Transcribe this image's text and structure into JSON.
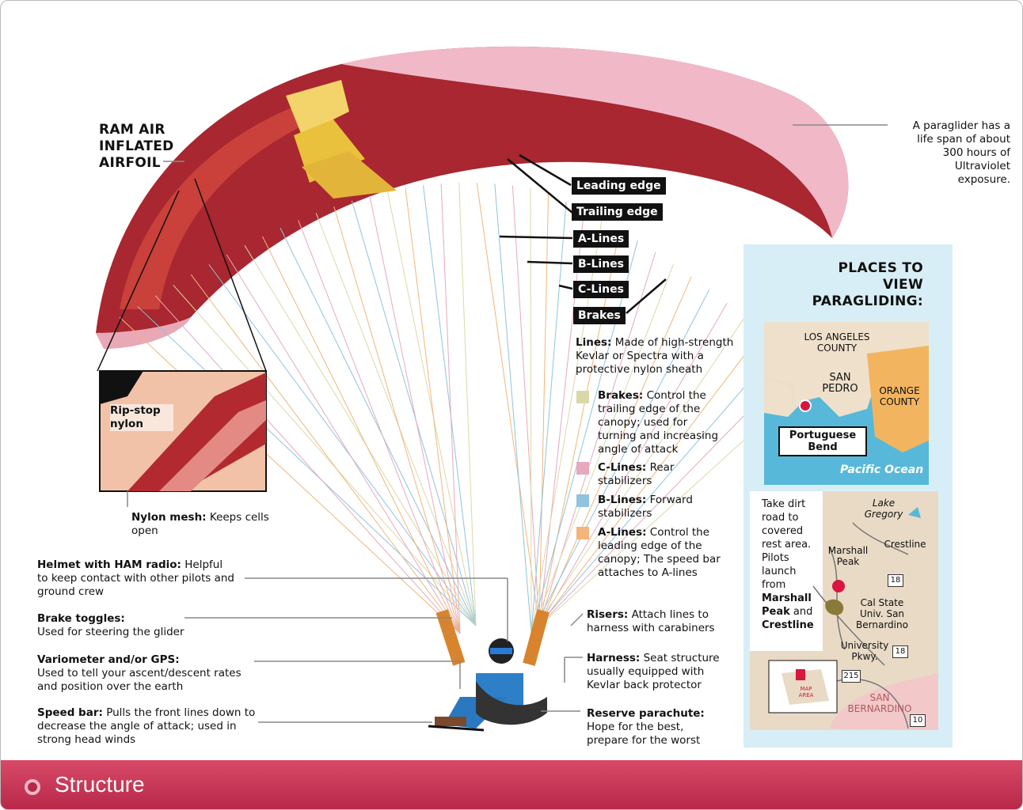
{
  "labels": {
    "ram_air": "RAM AIR\nINFLATED\nAIRFOIL",
    "lifespan": "A paraglider has a life span of about 300 hours of Ultraviolet exposure.",
    "leading_edge": "Leading edge",
    "trailing_edge": "Trailing edge",
    "a_lines": "A-Lines",
    "b_lines": "B-Lines",
    "c_lines": "C-Lines",
    "brakes": "Brakes",
    "lines_title": "Lines:",
    "lines_text": "Made of high-strength Kevlar or Spectra with a protective nylon sheath",
    "rip_stop": "Rip-stop nylon",
    "nylon_mesh_title": "Nylon mesh:",
    "nylon_mesh_text": "Keeps cells open",
    "helmet_title": "Helmet with HAM radio:",
    "helmet_text": "Helpful to keep contact with other pilots and ground crew",
    "brake_toggles_title": "Brake toggles:",
    "brake_toggles_text": "Used for steering the glider",
    "vario_title": "Variometer and/or GPS:",
    "vario_text": "Used to tell your ascent/descent rates and position over the earth",
    "speedbar_title": "Speed bar:",
    "speedbar_text": "Pulls the front lines down to decrease the angle of attack; used in strong head winds",
    "risers_title": "Risers:",
    "risers_text": "Attach lines to harness with carabiners",
    "harness_title": "Harness:",
    "harness_text": "Seat structure usually equipped with Kevlar back protector",
    "reserve_title": "Reserve parachute:",
    "reserve_text": "Hope for the best, prepare for the worst"
  },
  "legend": [
    {
      "title": "Brakes:",
      "text": "Control the trailing edge of the canopy; used for turning and increasing angle of attack",
      "color": "#d9d9a8"
    },
    {
      "title": "C-Lines:",
      "text": "Rear stabilizers",
      "color": "#e7a9be"
    },
    {
      "title": "B-Lines:",
      "text": "Forward stabilizers",
      "color": "#8fc3df"
    },
    {
      "title": "A-Lines:",
      "text": "Control the leading edge of the canopy; The speed bar attaches to A-lines",
      "color": "#f2b57a"
    }
  ],
  "places": {
    "title": "PLACES TO VIEW PARAGLIDING:",
    "la_county": "LOS ANGELES COUNTY",
    "san_pedro": "SAN PEDRO",
    "orange_county": "ORANGE COUNTY",
    "portuguese_bend": "Portuguese Bend",
    "pacific": "Pacific Ocean",
    "dirt_road": "Take dirt road to covered rest area. Pilots launch from",
    "marshall_peak_bold": "Marshall Peak",
    "and_word": "and",
    "crestline_bold": "Crestline",
    "lake_gregory": "Lake Gregory",
    "crestline": "Crestline",
    "marshall_peak": "Marshall Peak",
    "cal_state": "Cal State Univ. San Bernardino",
    "university_pkwy": "University Pkwy.",
    "san_bernardino": "SAN BERNARDINO",
    "map_area": "MAP AREA",
    "hwy_18a": "18",
    "hwy_18b": "18",
    "hwy_215": "215",
    "hwy_10": "10"
  },
  "footer": {
    "title": "Structure"
  },
  "colors": {
    "canopy_red": "#b32a2f",
    "canopy_pink": "#f0b6c8",
    "footer": "#c23553",
    "yellow": "#f2cf4a"
  }
}
